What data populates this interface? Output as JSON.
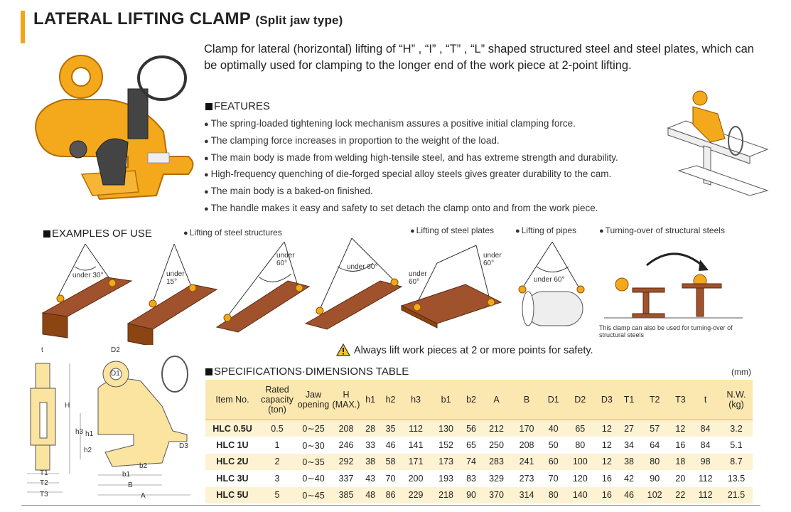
{
  "title": {
    "main": "LATERAL LIFTING CLAMP",
    "sub": "(Split jaw type)"
  },
  "intro": "Clamp for lateral (horizontal) lifting of “H” , “I” , “T” , “L” shaped structured steel and steel plates, which can be optimally used for clamping to the longer end of the work piece at 2-point lifting.",
  "features": {
    "heading": "FEATURES",
    "items": [
      "The spring-loaded tightening  lock mechanism assures a positive initial clamping force.",
      "The clamping force increases in proportion to the weight of the load.",
      "The main body  is made  from welding   high-tensile steel, and has extreme strength and durability.",
      "High-frequency quenching of die-forged special alloy steels gives greater durability to the cam.",
      "The main body  is a baked-on finished.",
      "The handle makes it easy and safety to set detach the clamp onto and from the work piece."
    ]
  },
  "examples": {
    "heading": "EXAMPLES OF USE",
    "captions": [
      "Lifting of steel structures",
      "Lifting of steel plates",
      "Lifting of pipes",
      "Turning-over of structural steels"
    ],
    "angles": [
      "under 30°",
      "under 15°",
      "under 60°",
      "under 60°",
      "under 60°",
      "under 60°",
      "under 60°"
    ],
    "note": "This clamp can also be used for turning-over of structural steels"
  },
  "safety_text": "Always lift work pieces at 2 or more points for safety.",
  "spec": {
    "heading": "SPECIFICATIONS·DIMENSIONS TABLE",
    "unit": "(mm)",
    "columns": [
      "Item No.",
      "Rated capacity (ton)",
      "Jaw opening",
      "H (MAX.)",
      "h1",
      "h2",
      "h3",
      "b1",
      "b2",
      "A",
      "B",
      "D1",
      "D2",
      "D3",
      "T1",
      "T2",
      "T3",
      "t",
      "N.W. (kg)"
    ],
    "rows": [
      [
        "HLC 0.5U",
        "0.5",
        "0∼25",
        "208",
        "28",
        "35",
        "112",
        "130",
        "56",
        "212",
        "170",
        "40",
        "65",
        "12",
        "27",
        "57",
        "12",
        "84",
        "3.2"
      ],
      [
        "HLC 1U",
        "1",
        "0∼30",
        "246",
        "33",
        "46",
        "141",
        "152",
        "65",
        "250",
        "208",
        "50",
        "80",
        "12",
        "34",
        "64",
        "16",
        "84",
        "5.1"
      ],
      [
        "HLC 2U",
        "2",
        "0∼35",
        "292",
        "38",
        "58",
        "171",
        "173",
        "74",
        "283",
        "241",
        "60",
        "100",
        "12",
        "38",
        "80",
        "18",
        "98",
        "8.7"
      ],
      [
        "HLC 3U",
        "3",
        "0∼40",
        "337",
        "43",
        "70",
        "200",
        "193",
        "83",
        "329",
        "273",
        "70",
        "120",
        "16",
        "42",
        "90",
        "20",
        "112",
        "13.5"
      ],
      [
        "HLC 5U",
        "5",
        "0∼45",
        "385",
        "48",
        "86",
        "229",
        "218",
        "90",
        "370",
        "314",
        "80",
        "140",
        "16",
        "46",
        "102",
        "22",
        "112",
        "21.5"
      ]
    ]
  },
  "diagram_labels": [
    "t",
    "D2",
    "D1",
    "H",
    "h3",
    "h1",
    "h2",
    "D3",
    "T1",
    "T2",
    "T3",
    "b2",
    "b1",
    "B",
    "A"
  ],
  "colors": {
    "accent": "#f2a516",
    "clamp": "#f4a81c",
    "table_header": "#fbe7b0",
    "steel": "#a0522d"
  }
}
